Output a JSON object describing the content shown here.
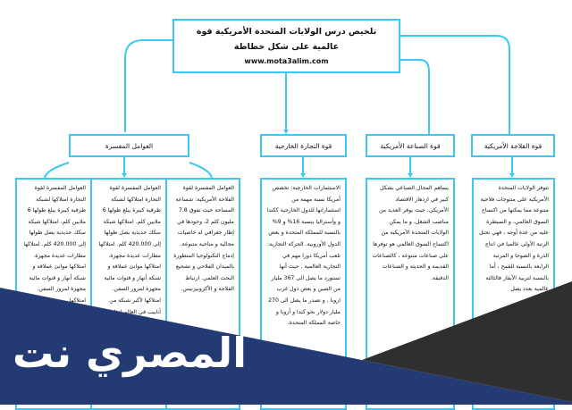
{
  "title": {
    "text": "تلخيص درس الولايات المتحدة الأمريكية قوة عالمية على شكل خطاطة",
    "url": "www.mota3alim.com"
  },
  "branches": [
    {
      "label": "قوة الفلاحة الأمريكية",
      "text": "تتوفر الولايات المتحدة الأمريكية على منتوجات فلاحية متنوعة مما يمكنها من اكتساح السوق العالمي، و السيطرة عليه من عدة أوجه ، فهي تحتل الرتبة الأولى عالميا في انتاج الذرة و الصوجا و المرتبة الرابعة بالنسبة للقمح ، أما بالنسبة لتربية الأبقار فالثالثة عالمية بعدد يصل"
    },
    {
      "label": "قوة الصناعة الأمريكية",
      "text": "يساهم المجال الصناعي بشكل كبير في ازدهار الاقتصاد الأمريكي، حيث يوفر العديد من مناصب الشغل، و ما يمكن الولايات المتحدة الأمريكية من اكتساح السوق العالمي هو توفرها على صناعات متنوعة ، كالصناعات القديمة و الحديثة و الصناعات الدقيقة."
    },
    {
      "label": "قوة التجارة الخارجية",
      "text": "الاستثمارات الخارجية: تخصص أمريكا نسبة مهمة من استثماراتها للدول الخارجية ككندا و وأستراليا بنسبة 16% و 9% بالنسبة للمملكة المتحدة و بعض الدول الأوروبية. الحركة التجارية: تلعب أمريكا دورا مهم في التجارية العالمية , حيث أنها تستورد ما يصل الى 367 مليار من الصين و بعض دول غرب اروبا , و تصدر ما يصل الى 270 مليار دولار نحو كندا و أروبا و خاصة المملكة المتحدة."
    },
    {
      "label": "العوامل المفسرة",
      "columns": [
        "العوامل المفسرة لقوة الفلاحة الأمريكية: شساعة المساحة حيث تفوق 7.8 مليون كلم 2، وجودها في إطار جغرافي له خاصيات مجالية و مناخية متنوعة. إدماج التكنولوجيا المتطورة بالميدان الفلاحي و تشجيع البحث العلمي. ارتباط الفلاحة و الأكروبيزنيس.",
        "العوامل المفسرة لقوة التجارة امتلاكها لشبكة طرقية كبيرة يبلغ طولها 6 ملايين كلم. امتلاكها شبكة سكك حديدية يصل طولها إلى 420.000 كلم. امتلاكها مطارات عديدة مجهزة. امتلاكها موانئ عملاقة و شبكة أنهار و قنوات مائية مجهزة لمرور السفن. امتلاكها لأكبر شبكة من أنابيب في العالم لنقل",
        "العوامل المفسرة لقوة التجارة امتلاكها لشبكة طرقية كبيرة يبلغ طولها 6 ملايين كلم. امتلاكها شبكة سكك حديدية يصل طولها إلى 420.000 كلم. امتلاكها مطارات عديدة مجهزة. امتلاكها موانئ عملاقة و شبكة أنهار و قنوات مائية مجهزة لمرور السفن. امتلاكها"
      ]
    }
  ],
  "watermark": "المصري نت",
  "colors": {
    "connector": "#3cc8f2",
    "navy": "#233a73",
    "dark": "#2f2f2f"
  }
}
